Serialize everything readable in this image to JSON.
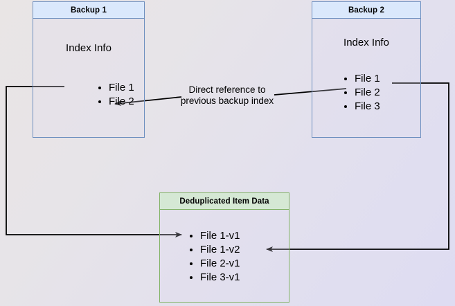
{
  "diagram": {
    "title": "Backup deduplication index reference diagram",
    "colors": {
      "blue_border": "#6c8ebf",
      "blue_header_fill": "#dae8fc",
      "green_border": "#82b366",
      "green_header_fill": "#d5e8d4",
      "edge_stroke": "#000000",
      "text": "#000000",
      "background_start": "#e9e5e5",
      "background_end": "#dedcf2"
    },
    "nodes": {
      "backup1": {
        "header": "Backup 1",
        "subtitle": "Index Info",
        "items": [
          "File 1",
          "File 2"
        ]
      },
      "backup2": {
        "header": "Backup 2",
        "subtitle": "Index Info",
        "items": [
          "File 1",
          "File 2",
          "File 3"
        ]
      },
      "dedup": {
        "header": "Deduplicated Item Data",
        "items": [
          "File 1-v1",
          "File 1-v2",
          "File 2-v1",
          "File 3-v1"
        ]
      }
    },
    "edges": {
      "direct_reference": {
        "label_line1": "Direct reference to",
        "label_line2": "previous backup index"
      }
    }
  }
}
